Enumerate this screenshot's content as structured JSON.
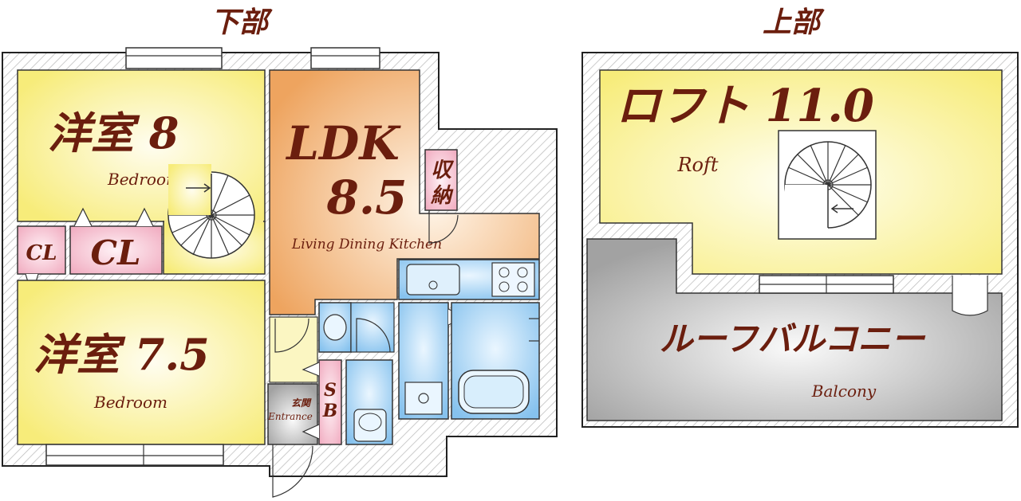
{
  "titles": {
    "lower": "下部",
    "upper": "上部"
  },
  "rooms": {
    "western1": {
      "name": "洋室 8",
      "en": "Bedroom"
    },
    "western2": {
      "name": "洋室 7.5",
      "en": "Bedroom"
    },
    "ldk": {
      "name": "LDK",
      "size": "8.5",
      "en": "Living Dining Kitchen"
    },
    "storage": {
      "name_top": "収",
      "name_bottom": "納"
    },
    "cl_small": {
      "name": "CL"
    },
    "cl_large": {
      "name": "CL"
    },
    "entrance": {
      "name": "玄関",
      "en": "Entrance"
    },
    "sb": {
      "name_top": "S",
      "name_bottom": "B"
    },
    "loft": {
      "name": "ロフト 11.0",
      "en": "Roft"
    },
    "balcony": {
      "name": "ルーフバルコニー",
      "en": "Balcony"
    }
  },
  "colors": {
    "bedroom": "#f7ec7a",
    "ldk": "#eea45f",
    "closet": "#f4b6c8",
    "wet": "#9fd0f2",
    "entrance": "#9a9a9a",
    "balcony": "#a8a8a8",
    "text": "#6b1e0e"
  }
}
